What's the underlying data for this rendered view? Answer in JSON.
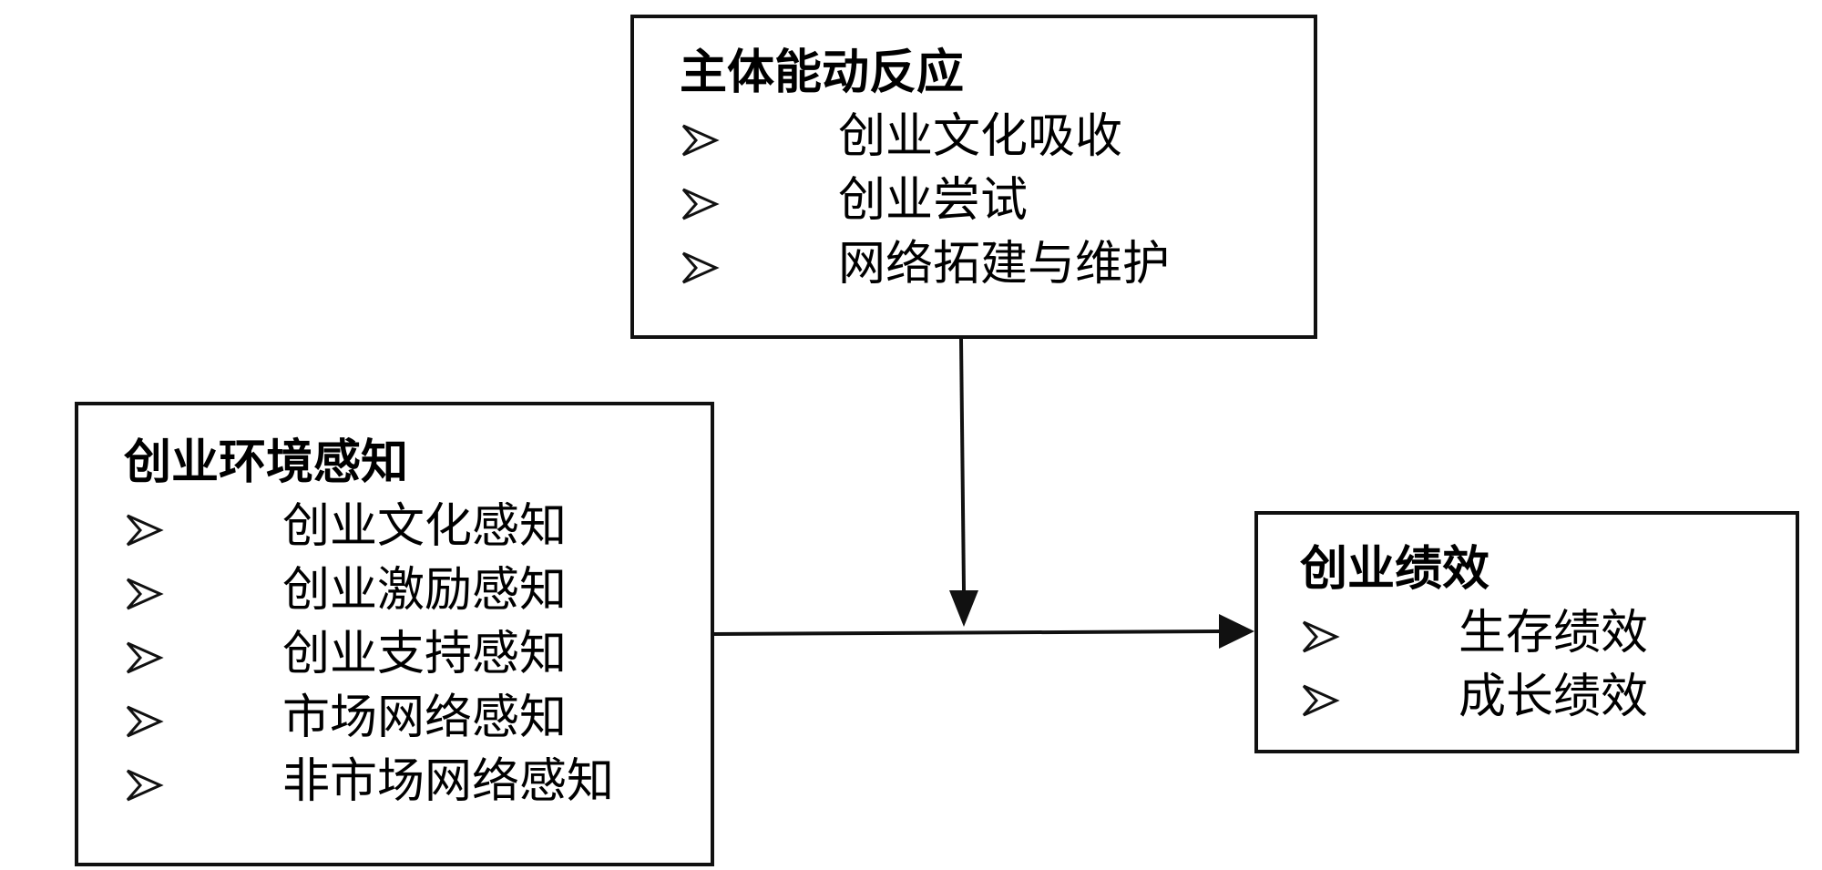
{
  "diagram": {
    "top_box": {
      "title": "主体能动反应",
      "items": [
        "创业文化吸收",
        "创业尝试",
        "网络拓建与维护"
      ]
    },
    "left_box": {
      "title": "创业环境感知",
      "items": [
        "创业文化感知",
        "创业激励感知",
        "创业支持感知",
        "市场网络感知",
        "非市场网络感知"
      ]
    },
    "right_box": {
      "title": "创业绩效",
      "items": [
        "生存绩效",
        "成长绩效"
      ]
    },
    "bullet_icon": "arrowhead-bullet-icon",
    "line_color": "#111111"
  }
}
